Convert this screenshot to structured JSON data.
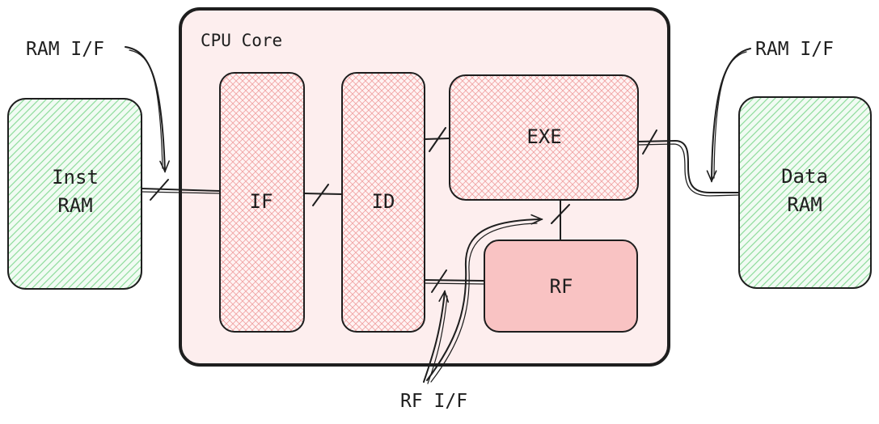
{
  "diagram": {
    "core_title": "CPU Core",
    "inst_ram": {
      "line1": "Inst",
      "line2": "RAM"
    },
    "data_ram": {
      "line1": "Data",
      "line2": "RAM"
    },
    "if_stage": "IF",
    "id_stage": "ID",
    "exe_stage": "EXE",
    "rf_block": "RF",
    "ram_if_left": "RAM I/F",
    "ram_if_right": "RAM I/F",
    "rf_if": "RF I/F"
  },
  "colors": {
    "stroke": "#1e1e1e",
    "core_fill": "#fdeeee",
    "stage_fill": "#ffc9c9",
    "rf_fill": "#f9c3c3",
    "ram_fill": "#b2f2bb",
    "ram_bg": "#f1fbf3"
  }
}
